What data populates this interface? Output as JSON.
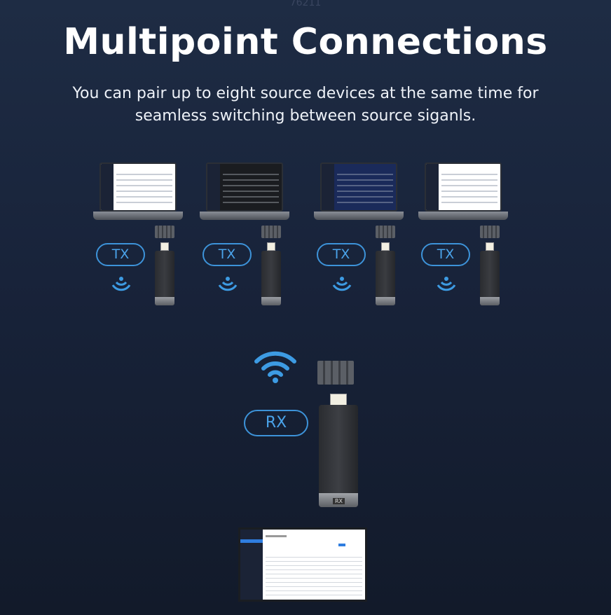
{
  "watermark": "76211",
  "title": "Multipoint Connections",
  "subtitle": "You can pair up to eight source devices at the same time for seamless switching between source siganls.",
  "transmitters": [
    {
      "label": "TX",
      "screen": "light"
    },
    {
      "label": "TX",
      "screen": "dark"
    },
    {
      "label": "TX",
      "screen": "dashboard"
    },
    {
      "label": "TX",
      "screen": "document"
    }
  ],
  "receiver": {
    "label": "RX",
    "stick_label": "RX"
  },
  "colors": {
    "accent": "#3d93d9",
    "background": "#1a2539"
  }
}
